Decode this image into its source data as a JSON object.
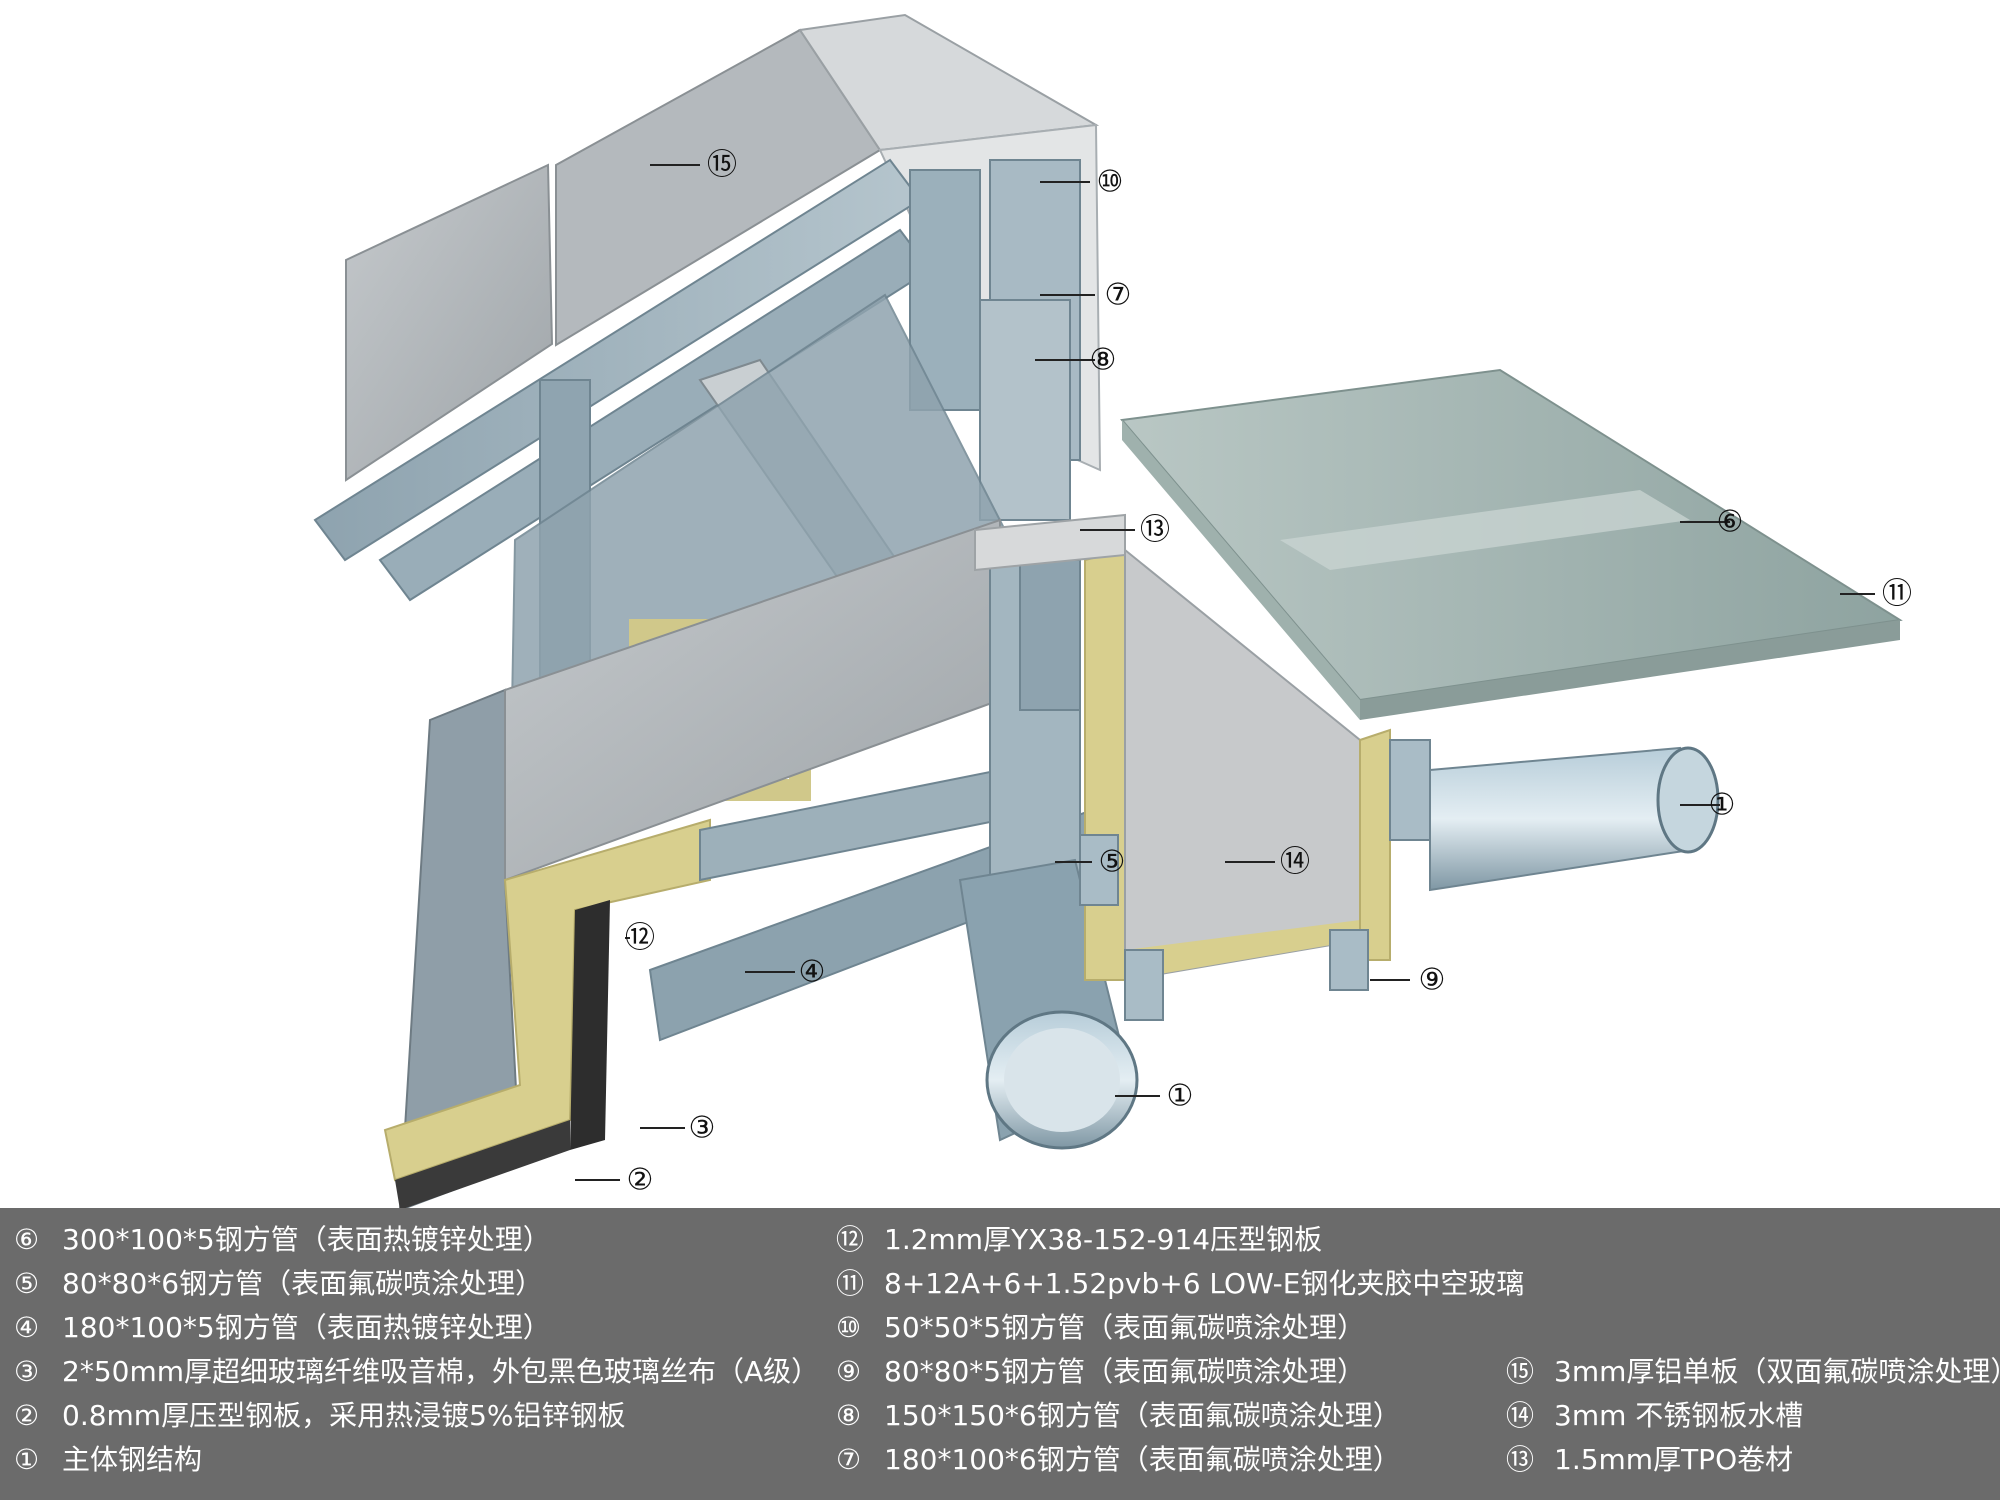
{
  "callouts": [
    {
      "id": "c15",
      "label": "⑮"
    },
    {
      "id": "c10",
      "label": "⑩"
    },
    {
      "id": "c7",
      "label": "⑦"
    },
    {
      "id": "c8",
      "label": "⑧"
    },
    {
      "id": "c13",
      "label": "⑬"
    },
    {
      "id": "c6",
      "label": "⑥"
    },
    {
      "id": "c11",
      "label": "⑪"
    },
    {
      "id": "c1a",
      "label": "①"
    },
    {
      "id": "c5",
      "label": "⑤"
    },
    {
      "id": "c14",
      "label": "⑭"
    },
    {
      "id": "c12",
      "label": "⑫"
    },
    {
      "id": "c4",
      "label": "④"
    },
    {
      "id": "c9",
      "label": "⑨"
    },
    {
      "id": "c1b",
      "label": "①"
    },
    {
      "id": "c3",
      "label": "③"
    },
    {
      "id": "c2",
      "label": "②"
    }
  ],
  "legend": {
    "col1": [
      {
        "mark": "⑥",
        "text": "300*100*5钢方管（表面热镀锌处理）"
      },
      {
        "mark": "⑤",
        "text": "80*80*6钢方管（表面氟碳喷涂处理）"
      },
      {
        "mark": "④",
        "text": "180*100*5钢方管（表面热镀锌处理）"
      },
      {
        "mark": "③",
        "text": "2*50mm厚超细玻璃纤维吸音棉，外包黑色玻璃丝布（A级）"
      },
      {
        "mark": "②",
        "text": "0.8mm厚压型钢板，采用热浸镀5%铝锌钢板"
      },
      {
        "mark": "①",
        "text": "主体钢结构"
      }
    ],
    "col2": [
      {
        "mark": "⑫",
        "text": "1.2mm厚YX38-152-914压型钢板"
      },
      {
        "mark": "⑪",
        "text": "8+12A+6+1.52pvb+6 LOW-E钢化夹胶中空玻璃"
      },
      {
        "mark": "⑩",
        "text": "50*50*5钢方管（表面氟碳喷涂处理）"
      },
      {
        "mark": "⑨",
        "text": "80*80*5钢方管（表面氟碳喷涂处理）"
      },
      {
        "mark": "⑧",
        "text": "150*150*6钢方管（表面氟碳喷涂处理）"
      },
      {
        "mark": "⑦",
        "text": "180*100*6钢方管（表面氟碳喷涂处理）"
      }
    ],
    "col3": [
      {
        "mark": "⑮",
        "text": "3mm厚铝单板（双面氟碳喷涂处理）"
      },
      {
        "mark": "⑭",
        "text": "3mm 不锈钢板水槽"
      },
      {
        "mark": "⑬",
        "text": "1.5mm厚TPO卷材"
      }
    ]
  },
  "colors": {
    "legend_bg": "#6b6b6b",
    "steel": "#93a8b4",
    "steel_dark": "#6f8591",
    "insulation": "#d8cf8e",
    "aluminum": "#b3b8bc",
    "glass": "#a3b5b1"
  }
}
